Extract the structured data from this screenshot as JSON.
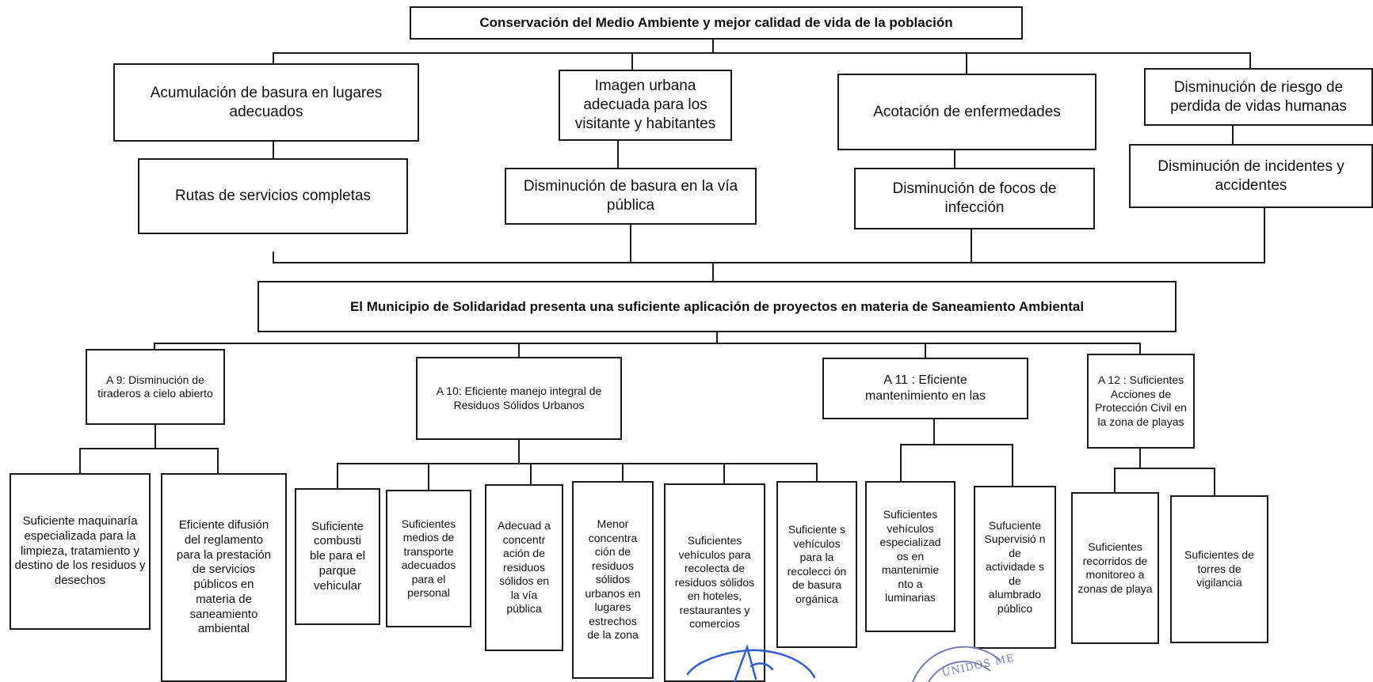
{
  "fin": {
    "text": "Conservación del Medio Ambiente y mejor calidad de vida de la población"
  },
  "efectos": [
    "Acumulación de basura en lugares adecuados",
    "Imagen urbana adecuada para los visitante y habitantes",
    "Acotación de enfermedades",
    "Disminución de riesgo de perdida de vidas humanas"
  ],
  "resultados": [
    "Rutas de servicios completas",
    "Disminución de basura en la vía pública",
    "Disminución de focos de infección",
    "Disminución de incidentes y accidentes"
  ],
  "proposito": {
    "text": "El Municipio de Solidaridad presenta una suficiente aplicación de proyectos en materia de Saneamiento Ambiental"
  },
  "actividades": [
    "A 9:  Disminución de tiraderos a cielo abierto",
    "A 10: Eficiente manejo integral de Residuos Sólidos Urbanos",
    "A 11 : Eficiente mantenimiento en las",
    "A 12 : Suficientes Acciones de Protección Civil en la zona de playas"
  ],
  "componentes": [
    "Suficiente maquinaría especializada  para la limpieza, tratamiento y destino de los residuos y desechos",
    "Eficiente difusión del reglamento para la prestación de servicios públicos en materia de saneamiento ambiental",
    "Suficiente combusti ble para el parque vehicular",
    "Suficientes medios de transporte adecuados para el personal",
    "Adecuad a concentr ación de residuos sólidos en la vía pública",
    "Menor concentra ción de residuos sólidos urbanos en lugares estrechos de la zona",
    "Suficientes vehículos para recolecta de residuos sólidos en hoteles, restaurantes y comercios",
    "Suficiente s vehículos para la recolecci ón de basura orgánica",
    "Suficientes vehículos especializad os en mantenimie nto a luminarias",
    "Sufuciente Supervisió n de actividade s de alumbrado público",
    "Suficientes recorridos de monitoreo a zonas de playa",
    "Suficientes de torres de vigilancia"
  ],
  "sello": {
    "text": "UNIDOS ME"
  },
  "colors": {
    "line": "#1a1a1a",
    "signature": "#2f5fd0",
    "seal": "#7a7fb8"
  }
}
